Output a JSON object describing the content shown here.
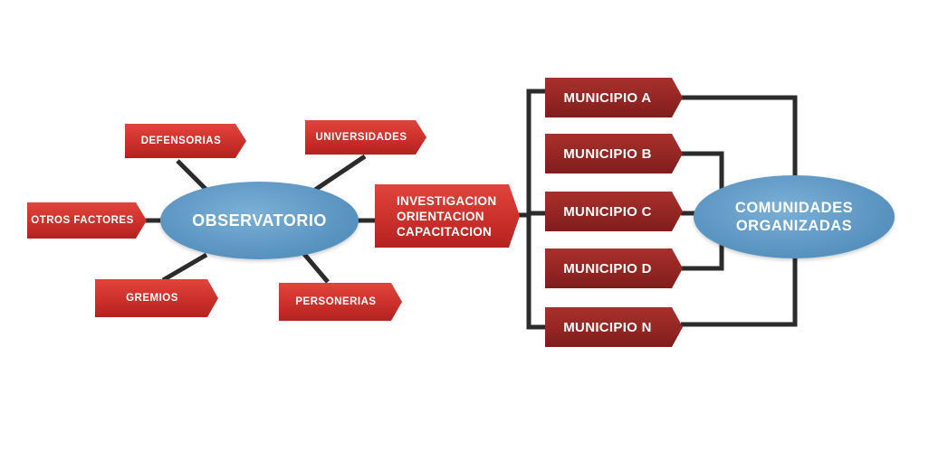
{
  "center": {
    "label": "OBSERVATORIO"
  },
  "satellites": [
    {
      "id": "defensorias",
      "label": "DEFENSORIAS"
    },
    {
      "id": "universidades",
      "label": "UNIVERSIDADES"
    },
    {
      "id": "otros-factores",
      "label": "OTROS FACTORES"
    },
    {
      "id": "gremios",
      "label": "GREMIOS"
    },
    {
      "id": "personerias",
      "label": "PERSONERIAS"
    }
  ],
  "activities": {
    "line1": "INVESTIGACION",
    "line2": "ORIENTACION",
    "line3": "CAPACITACION"
  },
  "municipios": [
    {
      "id": "a",
      "label": "MUNICIPIO A"
    },
    {
      "id": "b",
      "label": "MUNICIPIO B"
    },
    {
      "id": "c",
      "label": "MUNICIPIO C"
    },
    {
      "id": "d",
      "label": "MUNICIPIO D"
    },
    {
      "id": "n",
      "label": "MUNICIPIO N"
    }
  ],
  "comunidades": {
    "line1": "COMUNIDADES",
    "line2": "ORGANIZADAS"
  },
  "colors": {
    "satellite_fill": "#cc302b",
    "municipio_fill": "#932623",
    "ellipse_fill": "#5b95c2",
    "connector": "#2b2b2b"
  }
}
